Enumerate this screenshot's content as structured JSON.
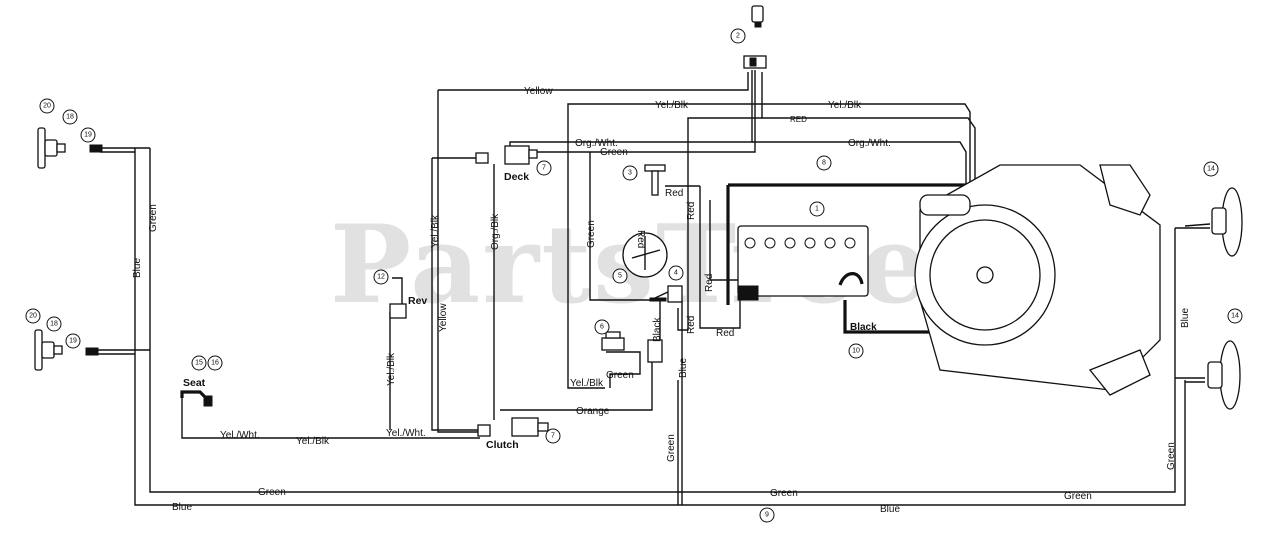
{
  "watermark": "PartsTree",
  "wire_labels": {
    "yellow_top": "Yellow",
    "yel_blk_top_left": "Yel./Blk",
    "yel_blk_top_right": "Yel./Blk",
    "red_top": "RED",
    "org_wht_left": "Org./Wht.",
    "org_wht_right": "Org./Wht.",
    "green_deck": "Green",
    "red_key": "Red",
    "red_vertical": "Red",
    "red_solenoid": "Red",
    "red_lower": "Red",
    "red_bottom": "Red",
    "green_left_vertical": "Green",
    "blue_left_vertical": "Blue",
    "yel_blk_v1": "Yel./Blk",
    "org_blk_v": "Org./Blk",
    "yellow_v": "Yellow",
    "yel_blk_rev": "Yel./Blk",
    "green_key": "Green",
    "red_ammeter": "Red",
    "black_switch": "Black",
    "green_switch": "Green",
    "yel_blk_switch": "Yel./Blk",
    "orange": "Orange",
    "blue_center": "Blue",
    "green_center": "Green",
    "yel_wht_seat": "Yel./Wht.",
    "yel_blk_seat": "Yel./Blk",
    "yel_wht_clutch": "Yel./Wht.",
    "green_bottom_left": "Green",
    "green_bottom_mid": "Green",
    "green_bottom_right": "Green",
    "blue_bottom_left": "Blue",
    "blue_bottom_right": "Blue",
    "green_right_vertical": "Green",
    "blue_right_vertical": "Blue",
    "black_battery": "Black"
  },
  "components": {
    "deck": "Deck",
    "clutch": "Clutch",
    "rev": "Rev",
    "seat": "Seat"
  },
  "callouts": [
    "1",
    "2",
    "3",
    "4",
    "5",
    "6",
    "7",
    "7",
    "8",
    "9",
    "10",
    "12",
    "14",
    "14",
    "15",
    "16",
    "18",
    "18",
    "19",
    "19",
    "20",
    "20"
  ]
}
